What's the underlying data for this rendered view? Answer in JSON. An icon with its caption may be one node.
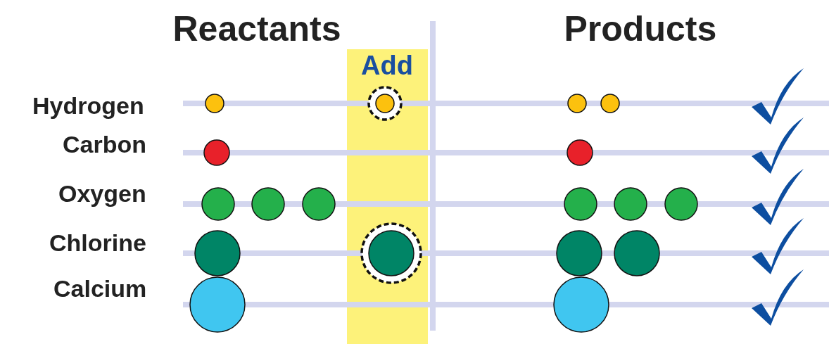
{
  "diagram": {
    "labels": [
      "Reactants",
      "Products",
      "Add",
      "Hydrogen",
      "Carbon",
      "Oxygen",
      "Chlorine",
      "Calcium"
    ]
  }
}
